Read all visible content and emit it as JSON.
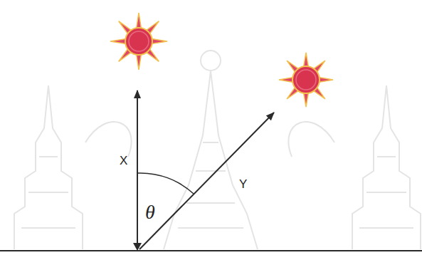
{
  "diagram": {
    "labels": [
      "X",
      "Y",
      "θ"
    ]
  }
}
